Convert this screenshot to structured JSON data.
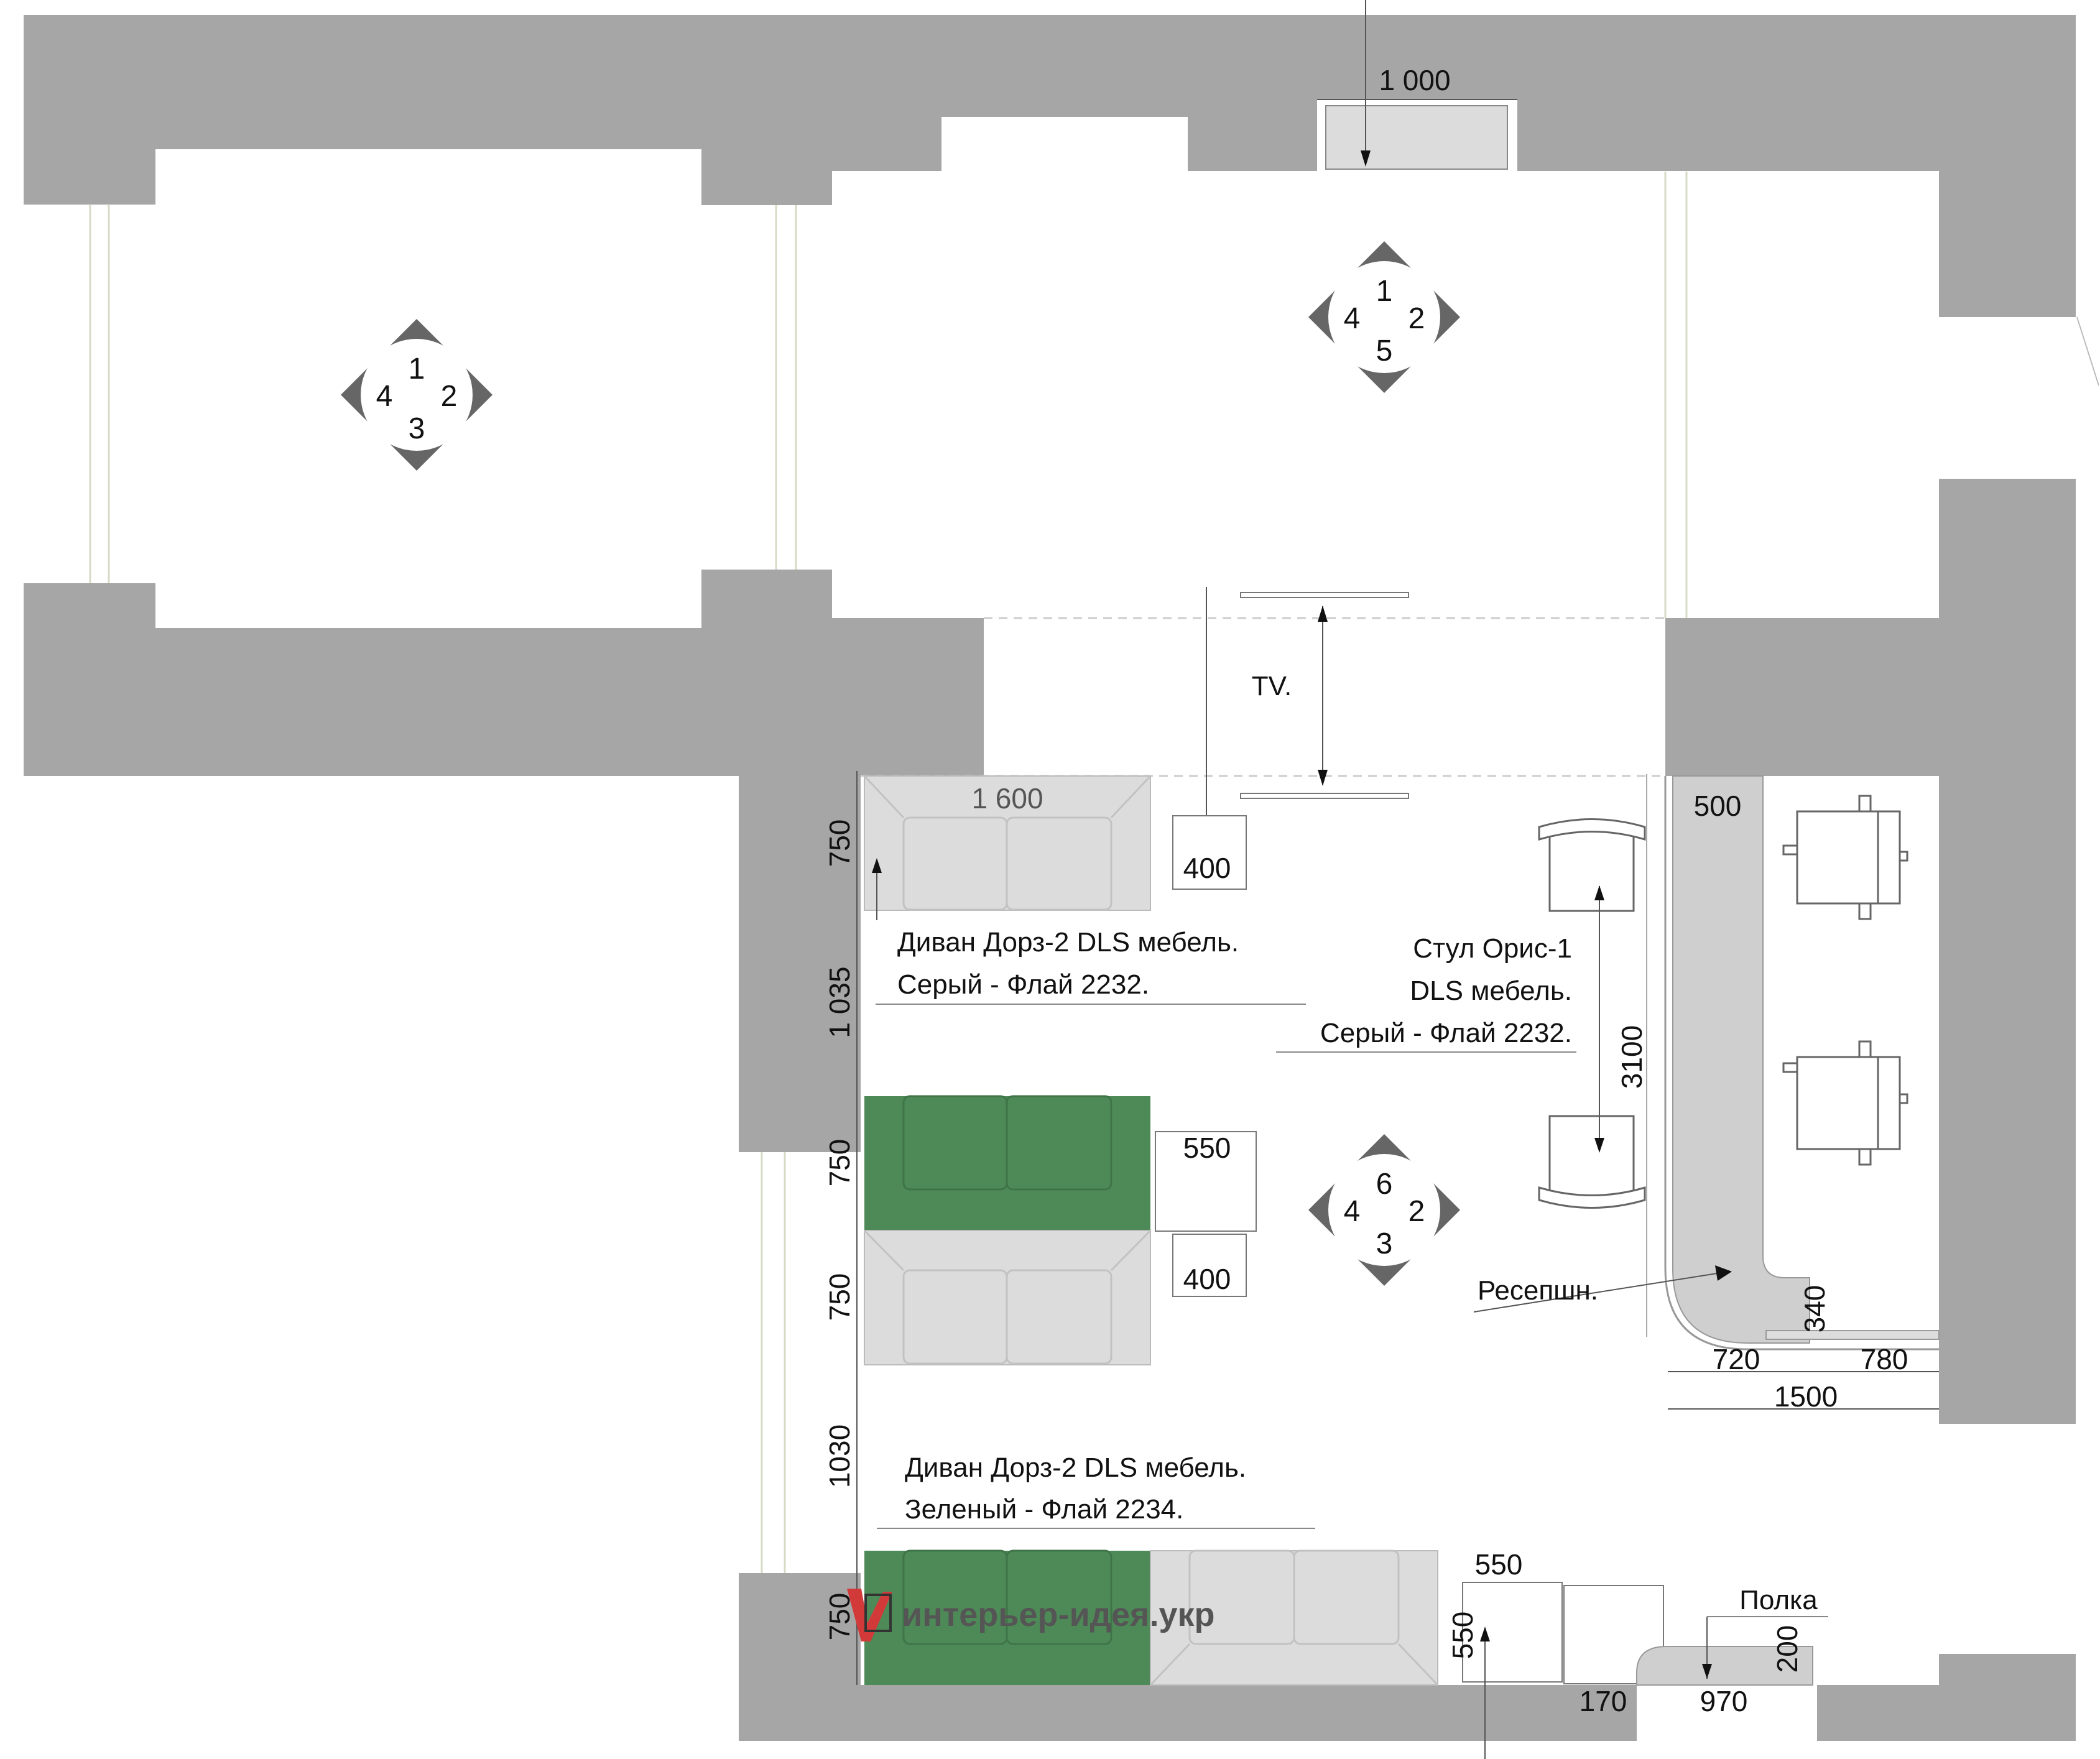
{
  "colors": {
    "wall": "#a6a6a6",
    "sofa_grey": "#dcdcdc",
    "sofa_green": "#4e8a57",
    "counter": "#cfcfcf",
    "line": "#555555",
    "marker": "#666666"
  },
  "dimensions": {
    "door_width": "1 000",
    "sofa_top_length": "1 600",
    "table_top_size": "400",
    "sofa_top_depth": "750",
    "gap_top": "1 035",
    "sofa_green_depth": "750",
    "table_mid_size": "550",
    "sofa_mid_depth": "750",
    "table_mid2_size": "400",
    "gap_bottom": "1030",
    "sofa_bottom_depth": "750",
    "table_bottom_width": "550",
    "table_bottom_depth": "550",
    "reception_depth": "500",
    "chairs_distance": "3100",
    "reception_340": "340",
    "reception_720": "720",
    "reception_780": "780",
    "reception_1500": "1500",
    "shelf_170": "170",
    "shelf_970": "970",
    "shelf_200": "200"
  },
  "labels": {
    "tv": "TV.",
    "sofa_grey_line1": "Диван Дорз-2 DLS мебель.",
    "sofa_grey_line2": "Серый - Флай 2232.",
    "chair_line1": "Стул Орис-1",
    "chair_line2": "DLS мебель.",
    "chair_line3": "Серый - Флай 2232.",
    "reception": "Ресепшн.",
    "sofa_green_line1": "Диван Дорз-2 DLS мебель.",
    "sofa_green_line2": "Зеленый - Флай 2234.",
    "shelf": "Полка",
    "watermark": "интерьер-идея.укр"
  },
  "view_markers": [
    {
      "name": "view-marker-room-left",
      "n_top": "1",
      "n_right": "2",
      "n_bottom": "3",
      "n_left": "4"
    },
    {
      "name": "view-marker-room-main",
      "n_top": "1",
      "n_right": "2",
      "n_bottom": "5",
      "n_left": "4"
    },
    {
      "name": "view-marker-lounge",
      "n_top": "6",
      "n_right": "2",
      "n_bottom": "3",
      "n_left": "4"
    }
  ]
}
